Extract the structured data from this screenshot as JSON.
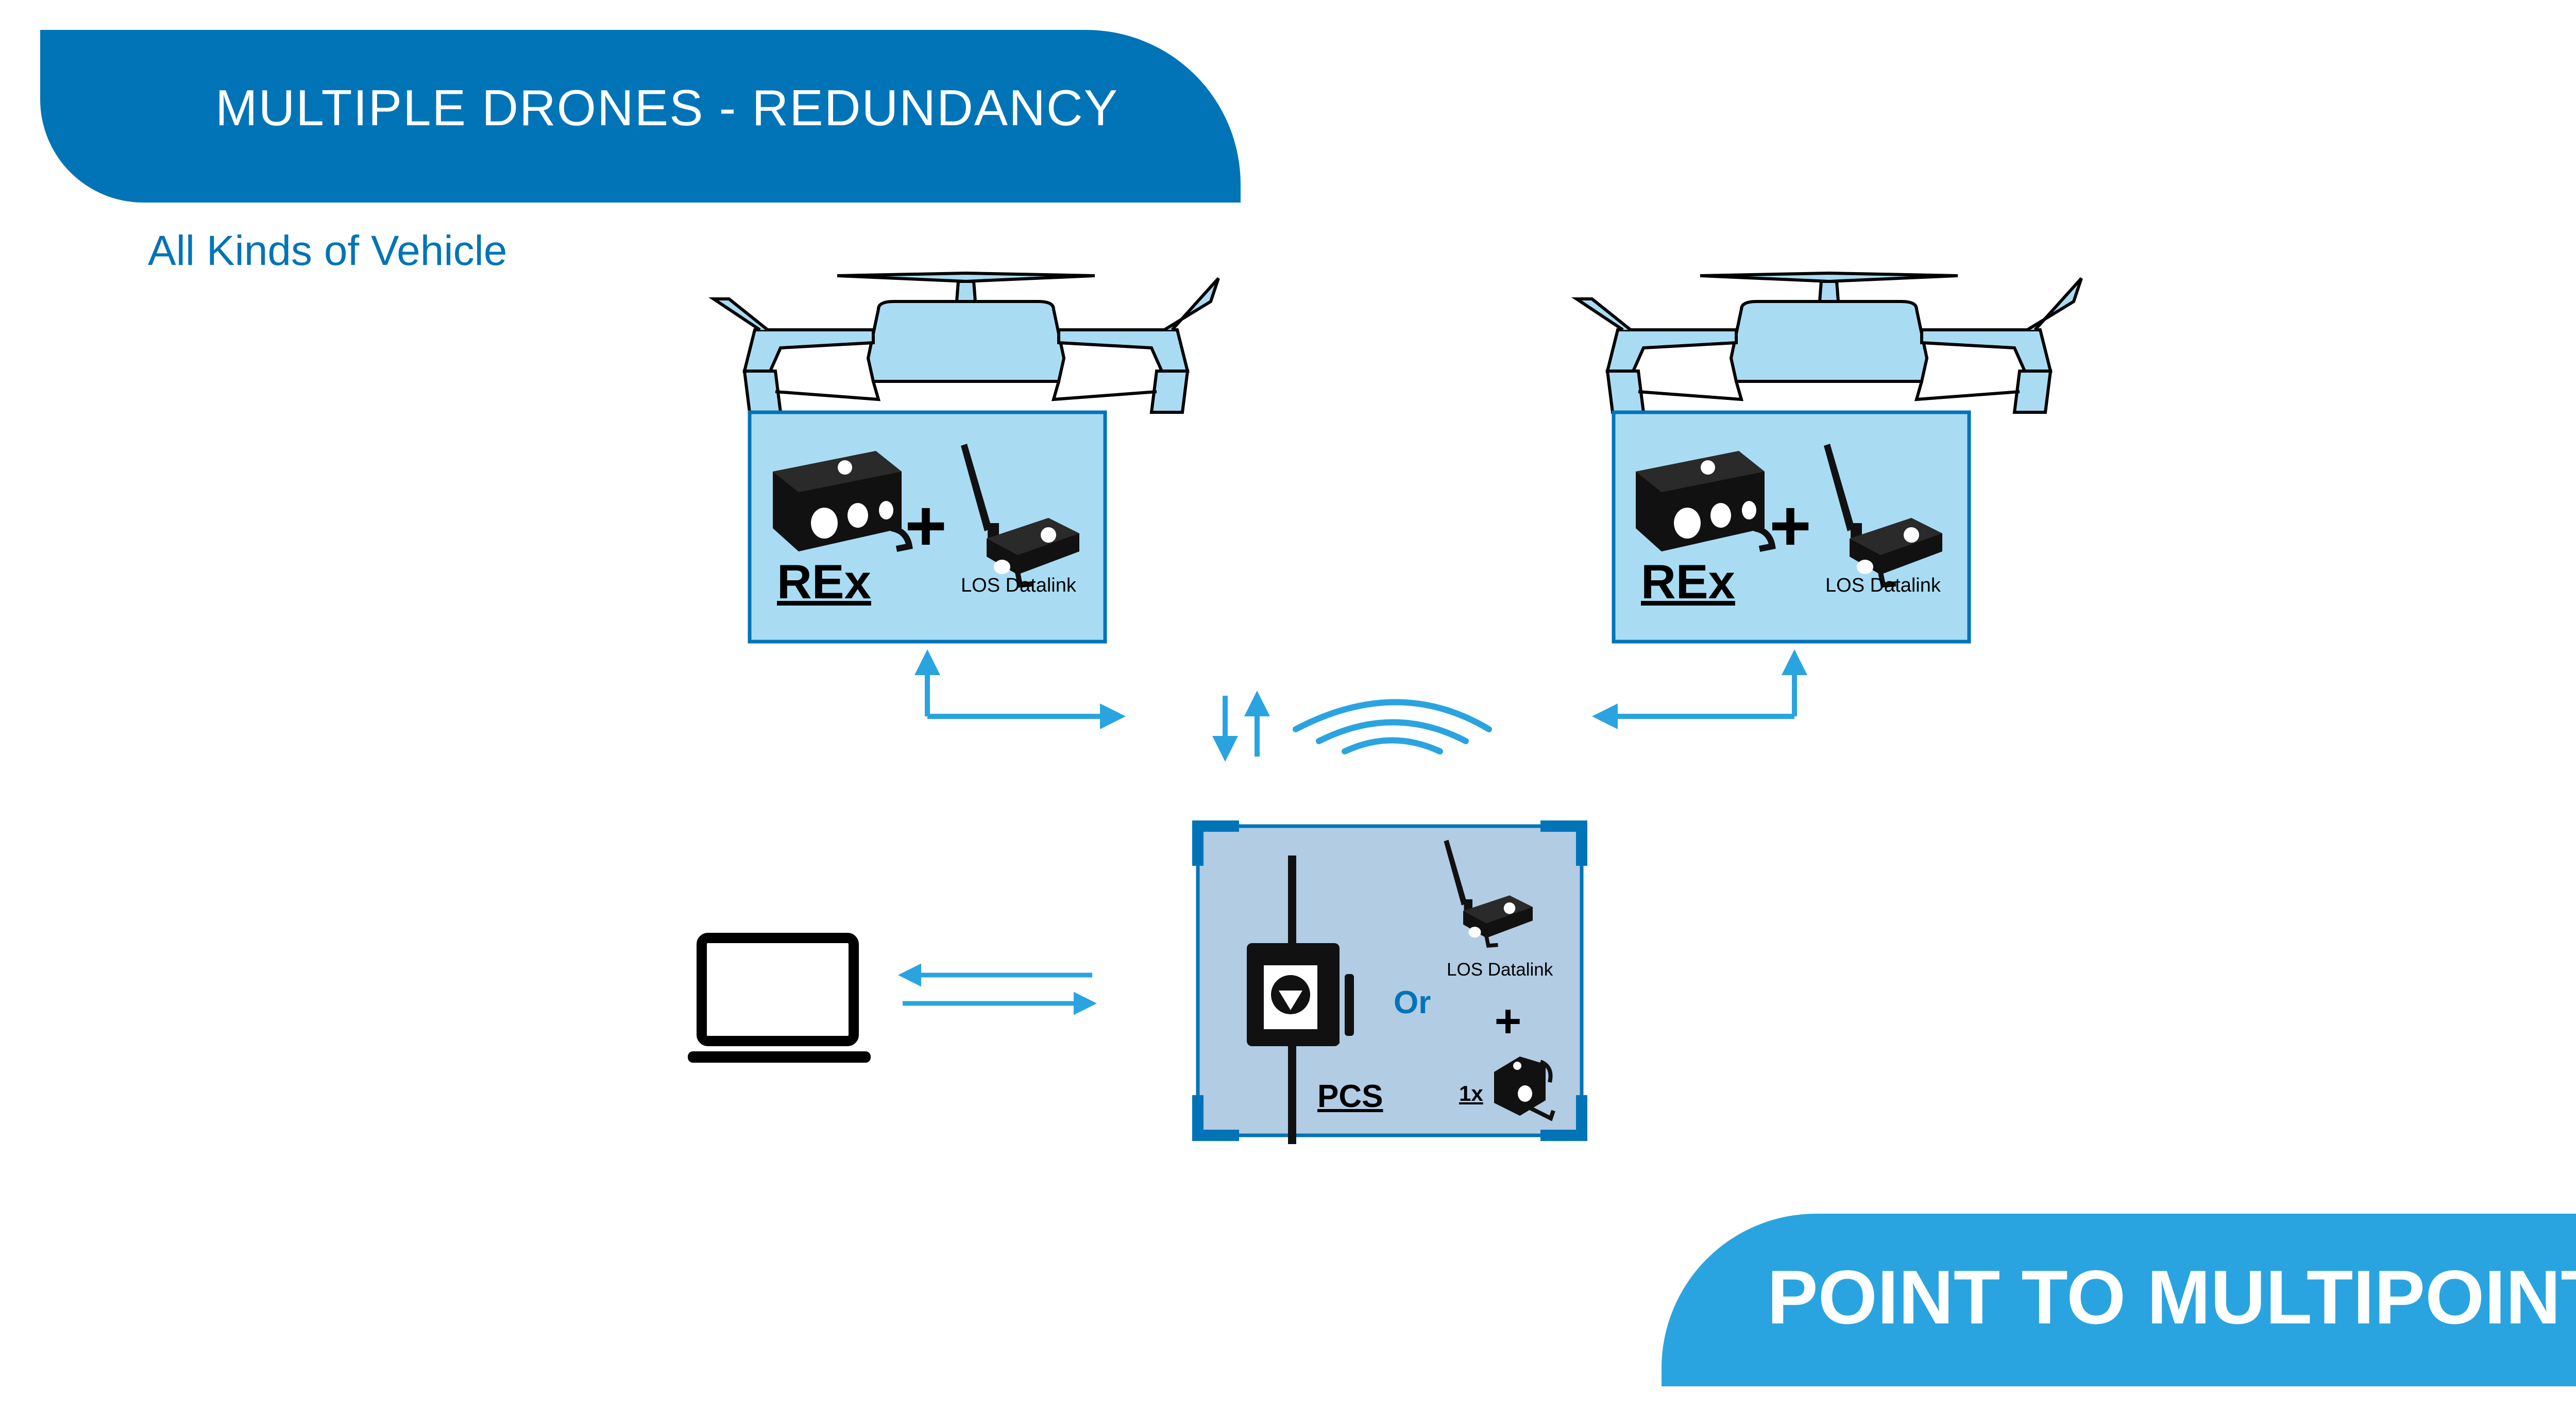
{
  "header": {
    "title": "MULTIPLE DRONES - REDUNDANCY"
  },
  "subtitle": "All Kinds of Vehicle",
  "footer": {
    "title": "POINT TO MULTIPOINT"
  },
  "drone_left": {
    "device_label": "REx",
    "datalink_label": "LOS Datalink",
    "plus": "+"
  },
  "drone_right": {
    "device_label": "REx",
    "datalink_label": "LOS Datalink",
    "plus": "+"
  },
  "ground_station": {
    "device_label": "PCS",
    "or_label": "Or",
    "datalink_label": "LOS Datalink",
    "plus": "+",
    "count_label": "1x"
  },
  "colors": {
    "dark_blue": "#0074b7",
    "light_blue": "#2aa4e0",
    "drone_fill": "#a9dcf3",
    "ground_fill": "#b2cce4"
  },
  "icons": [
    "drone-icon",
    "rex-device-icon",
    "los-datalink-icon",
    "pcs-icon",
    "laptop-icon",
    "wireless-signal-icon"
  ]
}
